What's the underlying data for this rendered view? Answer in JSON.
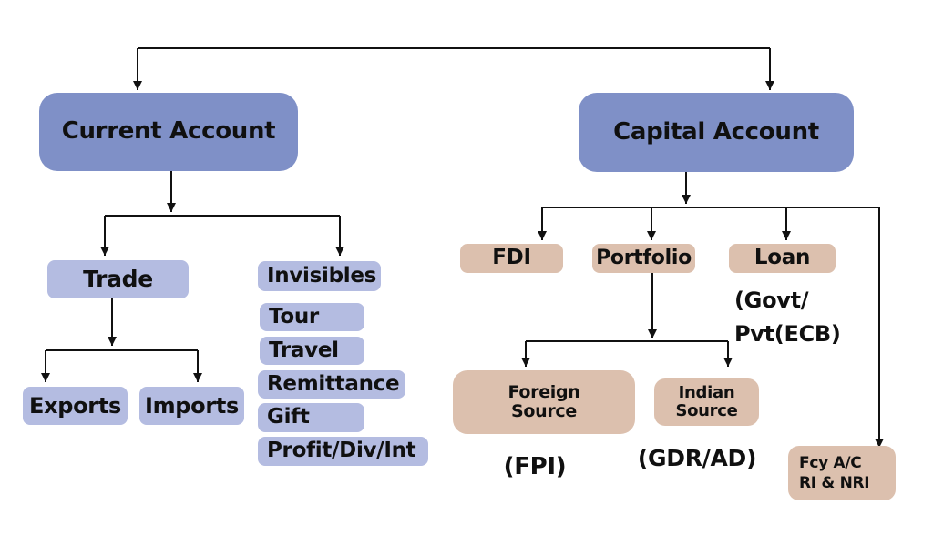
{
  "colors": {
    "primary_box": "#7f90c7",
    "light_box": "#b4bce1",
    "tan_box": "#dcc0ae",
    "arrow": "#111111",
    "background": "#ffffff"
  },
  "nodes": {
    "current_account": {
      "label": "Current Account"
    },
    "capital_account": {
      "label": "Capital Account"
    },
    "trade": {
      "label": "Trade"
    },
    "invisibles": {
      "label": "Invisibles"
    },
    "tour": {
      "label": "Tour"
    },
    "travel": {
      "label": "Travel"
    },
    "remittance": {
      "label": "Remittance"
    },
    "gift": {
      "label": "Gift"
    },
    "profit_div_int": {
      "label": "Profit/Div/Int"
    },
    "exports": {
      "label": "Exports"
    },
    "imports": {
      "label": "Imports"
    },
    "fdi": {
      "label": "FDI"
    },
    "portfolio": {
      "label": "Portfolio"
    },
    "loan": {
      "label": "Loan"
    },
    "foreign_source": {
      "line1": "Foreign",
      "line2": "Source"
    },
    "indian_source": {
      "line1": "Indian",
      "line2": "Source"
    },
    "fcy_account": {
      "line1": "Fcy A/C",
      "line2": "RI & NRI"
    }
  },
  "annotations": {
    "loan_note": {
      "line1": "(Govt/",
      "line2": "Pvt(ECB)"
    },
    "fpi_note": "(FPI)",
    "gdr_note": "(GDR/AD)"
  }
}
